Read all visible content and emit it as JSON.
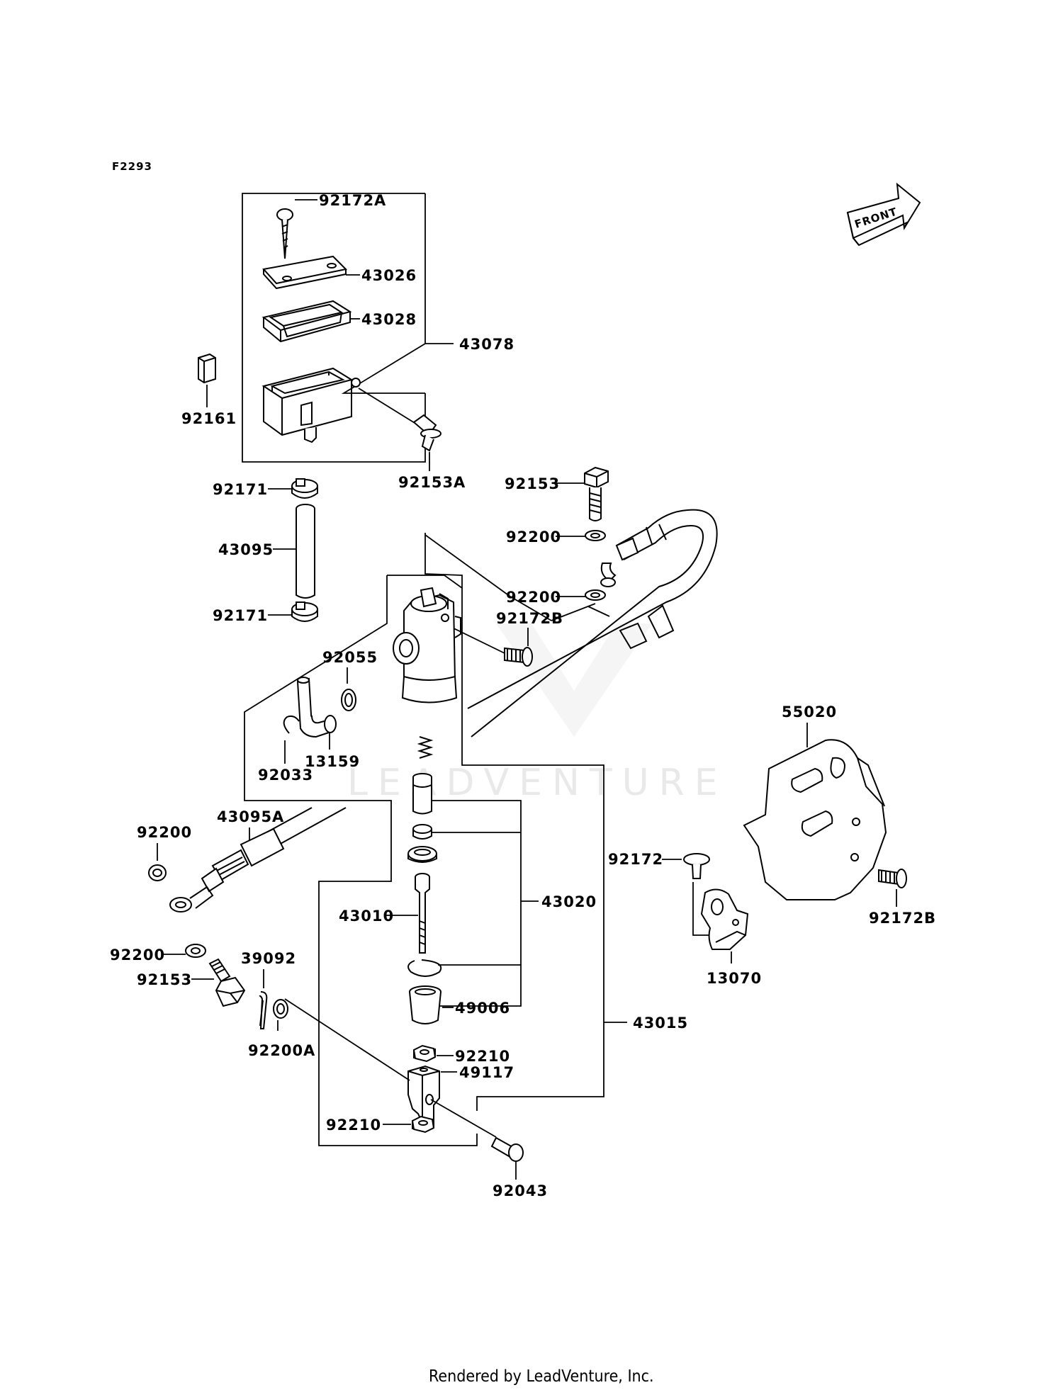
{
  "diagram": {
    "code": "F2293",
    "front_label": "FRONT",
    "watermark": "LEADVENTURE",
    "footer": "Rendered by LeadVenture, Inc.",
    "labels": {
      "p92172A": "92172A",
      "p43026": "43026",
      "p43028": "43028",
      "p43078": "43078",
      "p92161": "92161",
      "p92153A": "92153A",
      "p92171a": "92171",
      "p43095": "43095",
      "p92171b": "92171",
      "p92153a": "92153",
      "p92200a": "92200",
      "p92200b": "92200",
      "p92172Ba": "92172B",
      "p92055": "92055",
      "p13159": "13159",
      "p92033": "92033",
      "p55020": "55020",
      "p43095A": "43095A",
      "p92200c": "92200",
      "p43010": "43010",
      "p43020": "43020",
      "p92172": "92172",
      "p92172Bb": "92172B",
      "p13070": "13070",
      "p92200d": "92200",
      "p39092": "39092",
      "p92153b": "92153",
      "p49006": "49006",
      "p92210a": "92210",
      "p43015": "43015",
      "p92200A": "92200A",
      "p49117": "49117",
      "p92210b": "92210",
      "p92043": "92043"
    }
  }
}
